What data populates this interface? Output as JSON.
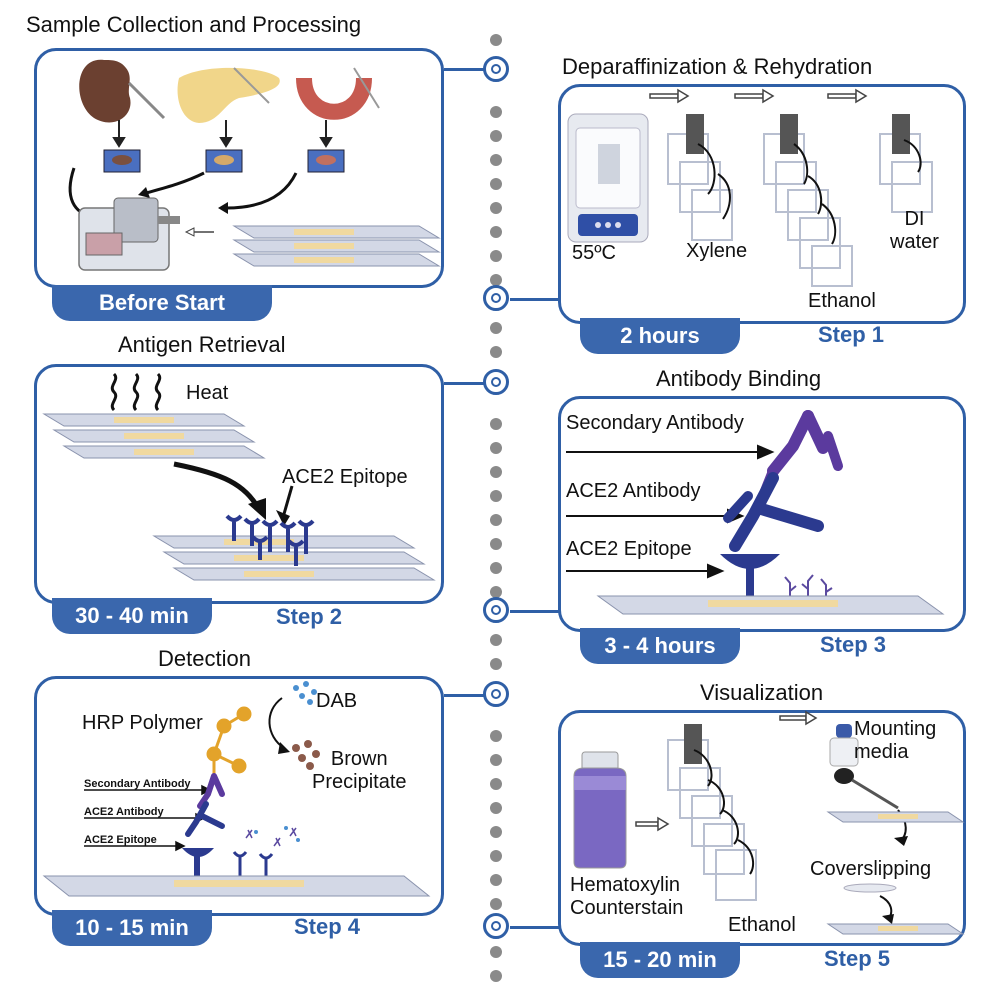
{
  "panels": [
    {
      "id": "before-start",
      "title": "Sample Collection and Processing",
      "time": "Before Start",
      "step": ""
    },
    {
      "id": "step1",
      "title": "Deparaffinization & Rehydration",
      "time": "2 hours",
      "step": "Step 1",
      "labels": {
        "oven": "55ºC",
        "xylene": "Xylene",
        "ethanol": "Ethanol",
        "di_water": "DI\nwater"
      }
    },
    {
      "id": "step2",
      "title": "Antigen Retrieval",
      "time": "30 - 40 min",
      "step": "Step 2",
      "labels": {
        "heat": "Heat",
        "epitope": "ACE2 Epitope"
      }
    },
    {
      "id": "step3",
      "title": "Antibody Binding",
      "time": "3 - 4 hours",
      "step": "Step 3",
      "labels": {
        "secondary": "Secondary Antibody",
        "ace2_antibody": "ACE2 Antibody",
        "ace2_epitope": "ACE2 Epitope"
      }
    },
    {
      "id": "step4",
      "title": "Detection",
      "time": "10 - 15 min",
      "step": "Step 4",
      "labels": {
        "hrp": "HRP Polymer",
        "dab": "DAB",
        "brown": "Brown\nPrecipitate",
        "secondary": "Secondary Antibody",
        "ace2_antibody": "ACE2 Antibody",
        "ace2_epitope": "ACE2 Epitope"
      }
    },
    {
      "id": "step5",
      "title": "Visualization",
      "time": "15 - 20 min",
      "step": "Step 5",
      "labels": {
        "hematoxylin": "Hematoxylin\nCounterstain",
        "ethanol": "Ethanol",
        "mounting": "Mounting\nmedia",
        "coverslipping": "Coverslipping"
      }
    }
  ],
  "colors": {
    "accent": "#2f5fa6",
    "tab": "#3a67ad",
    "antibody_dark": "#2b3a8f",
    "antibody_purple": "#5b3a9e",
    "tissue": "#f0d9a0",
    "slide": "#c9cfe0",
    "dots": "#8a8a8a",
    "hrp": "#e3a32a",
    "brown": "#8b5a4a",
    "dab": "#4a8fd0"
  },
  "icons": [
    "kidney-icon",
    "pancreas-icon",
    "intestine-icon",
    "microtome-icon",
    "oven-icon",
    "staining-jar-icon",
    "antibody-icon",
    "bottle-icon",
    "dropper-icon"
  ]
}
